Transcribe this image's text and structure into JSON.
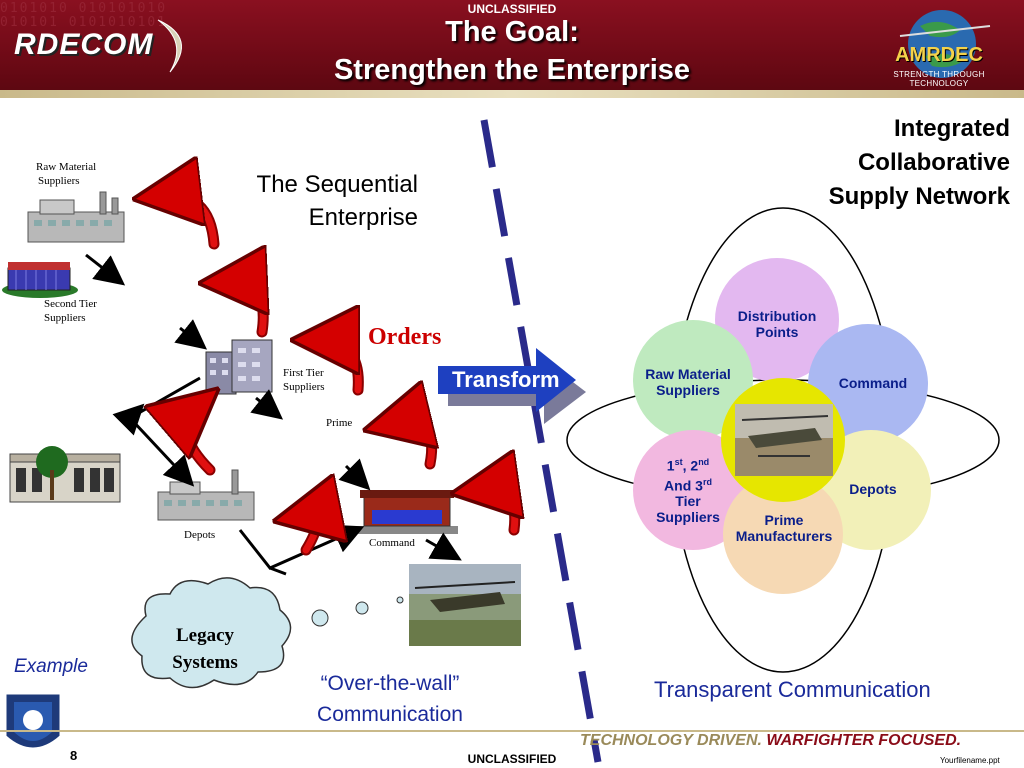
{
  "header": {
    "classification_top": "UNCLASSIFIED",
    "title_line1": "The Goal:",
    "title_line2": "Strengthen the Enterprise",
    "left_logo": "RDECOM",
    "right_logo": "AMRDEC",
    "right_logo_tagline": "STRENGTH THROUGH TECHNOLOGY",
    "binary_text": "0101010 010101010\n010101 0101010101"
  },
  "left": {
    "heading_line1": "The Sequential",
    "heading_line2": "Enterprise",
    "orders": "Orders",
    "raw_material_line1": "Raw Material",
    "raw_material_line2": "Suppliers",
    "second_tier_line1": "Second Tier",
    "second_tier_line2": "Suppliers",
    "first_tier_line1": "First Tier",
    "first_tier_line2": "Suppliers",
    "prime": "Prime",
    "depots": "Depots",
    "command": "Command",
    "legacy_line1": "Legacy",
    "legacy_line2": "Systems",
    "example": "Example",
    "over_wall_line1": "“Over-the-wall”",
    "over_wall_line2": "Communication"
  },
  "center": {
    "transform": "Transform"
  },
  "right": {
    "heading_line1": "Integrated",
    "heading_line2": "Collaborative",
    "heading_line3": "Supply Network",
    "distribution_line1": "Distribution",
    "distribution_line2": "Points",
    "raw_line1": "Raw Material",
    "raw_line2": "Suppliers",
    "command": "Command",
    "tier_line1_a": "1",
    "tier_line1_sup1": "st",
    "tier_line1_b": ", 2",
    "tier_line1_sup2": "nd",
    "tier_line2_a": "And 3",
    "tier_line2_sup": "rd",
    "tier_line3": "Tier",
    "tier_line4": "Suppliers",
    "depots": "Depots",
    "prime_line1": "Prime",
    "prime_line2": "Manufacturers",
    "transparent": "Transparent Communication"
  },
  "footer": {
    "page_number": "8",
    "classification_bottom": "UNCLASSIFIED",
    "slogan_part1": "TECHNOLOGY DRIVEN.",
    "slogan_part2": "WARFIGHTER FOCUSED.",
    "filename": "Yourfilename.ppt"
  },
  "colors": {
    "header_red": "#7a0c18",
    "divider_blue": "#2a2a8a",
    "transform_blue": "#1e40c0",
    "orders_red": "#cc0000",
    "circle_label_blue": "#0a1e8a",
    "circle_distribution": "#e3b8f0",
    "circle_raw": "#bfeabf",
    "circle_command": "#aab8f2",
    "circle_tier": "#f2b8e0",
    "circle_depots": "#f2f0b8",
    "circle_prime": "#f6d9b4",
    "circle_center": "#e6e600"
  },
  "icons": [
    "factory-icon",
    "office-building-icon",
    "helicopter-photo",
    "red-curved-arrow-icon",
    "black-arrow-icon",
    "thought-cloud-icon",
    "ewo-shield-icon",
    "globe-icon"
  ]
}
